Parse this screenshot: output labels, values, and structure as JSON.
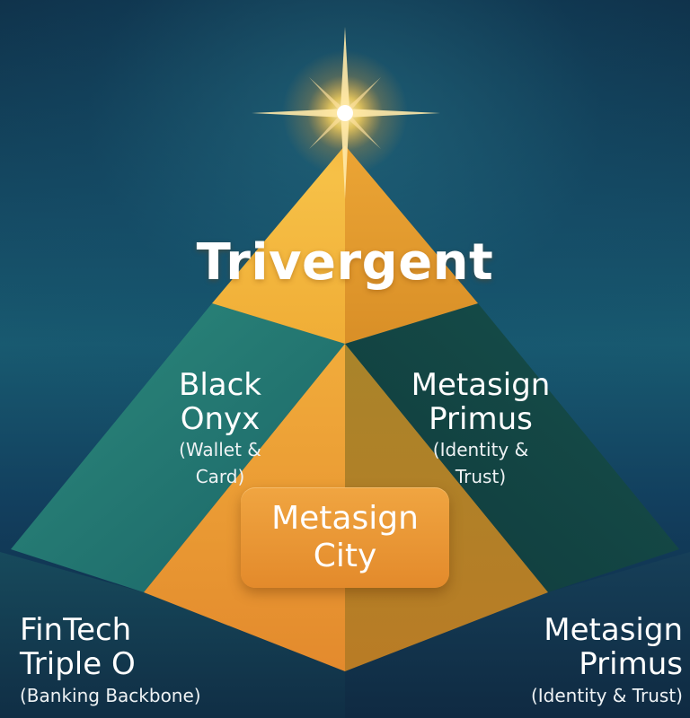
{
  "title": "Trivergent",
  "blocks": {
    "black_onyx": {
      "line1": "Black",
      "line2": "Onyx",
      "sub1": "(Wallet &",
      "sub2": "Card)"
    },
    "metasign_primus_inner": {
      "line1": "Metasign",
      "line2": "Primus",
      "sub1": "(Identity &",
      "sub2": "Trust)"
    },
    "metasign_city": {
      "line1": "Metasign",
      "line2": "City"
    },
    "fintech": {
      "line1": "FinTech",
      "line2": "Triple O",
      "sub": "(Banking Backbone)"
    },
    "metasign_primus_outer": {
      "line1": "Metasign",
      "line2": "Primus",
      "sub": "(Identity & Trust)"
    }
  },
  "colors": {
    "gold": "#f2b233",
    "orange": "#e8962e",
    "teal": "#1e6f6a",
    "dark_teal": "#123f3f",
    "navy": "#0e2640"
  },
  "icons": {
    "apex": "star-burst-icon"
  }
}
